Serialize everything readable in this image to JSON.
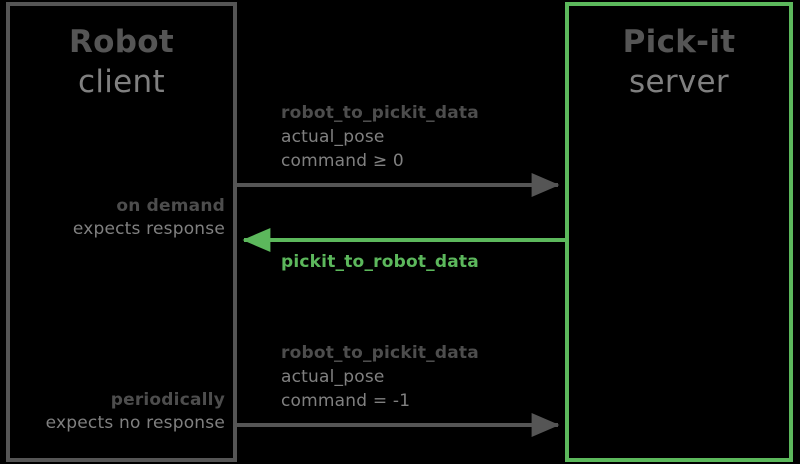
{
  "colors": {
    "background": "#000000",
    "client_border": "#555555",
    "server_border": "#5cb85c",
    "accent_green": "#5cb85c",
    "text_strong": "#4d4d4d",
    "text_muted": "#808080",
    "arrow_gray": "#555555"
  },
  "client": {
    "title": "Robot",
    "subtitle": "client"
  },
  "server": {
    "title": "Pick-it",
    "subtitle": "server"
  },
  "messages": [
    {
      "id": "request-on-demand",
      "title": "robot_to_pickit_data",
      "lines": [
        "actual_pose",
        "command ≥ 0"
      ],
      "direction": "client-to-server",
      "color": "#555555"
    },
    {
      "id": "reply",
      "title": "pickit_to_robot_data",
      "direction": "server-to-client",
      "color": "#5cb85c"
    },
    {
      "id": "request-periodic",
      "title": "robot_to_pickit_data",
      "lines": [
        "actual_pose",
        "command = -1"
      ],
      "direction": "client-to-server",
      "color": "#555555"
    }
  ],
  "annotations": [
    {
      "id": "on-demand",
      "strong": "on demand",
      "sub": "expects response"
    },
    {
      "id": "periodically",
      "strong": "periodically",
      "sub": "expects no response"
    }
  ]
}
